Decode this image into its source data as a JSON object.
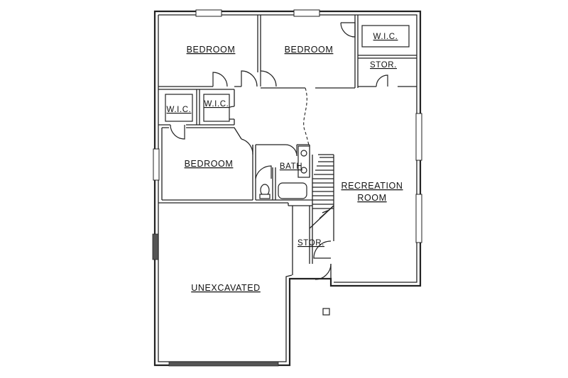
{
  "rooms": {
    "bedroom_top_left": "BEDROOM",
    "bedroom_top_mid": "BEDROOM",
    "bedroom_lower": "BEDROOM",
    "wic_top_right": "W.I.C.",
    "wic_left_1": "W.I.C.",
    "wic_left_2": "W.I.C.",
    "stor_top": "STOR.",
    "bath": "BATH",
    "recreation_line1": "RECREATION",
    "recreation_line2": "ROOM",
    "stor_lower": "STOR.",
    "unexcavated": "UNEXCAVATED"
  }
}
